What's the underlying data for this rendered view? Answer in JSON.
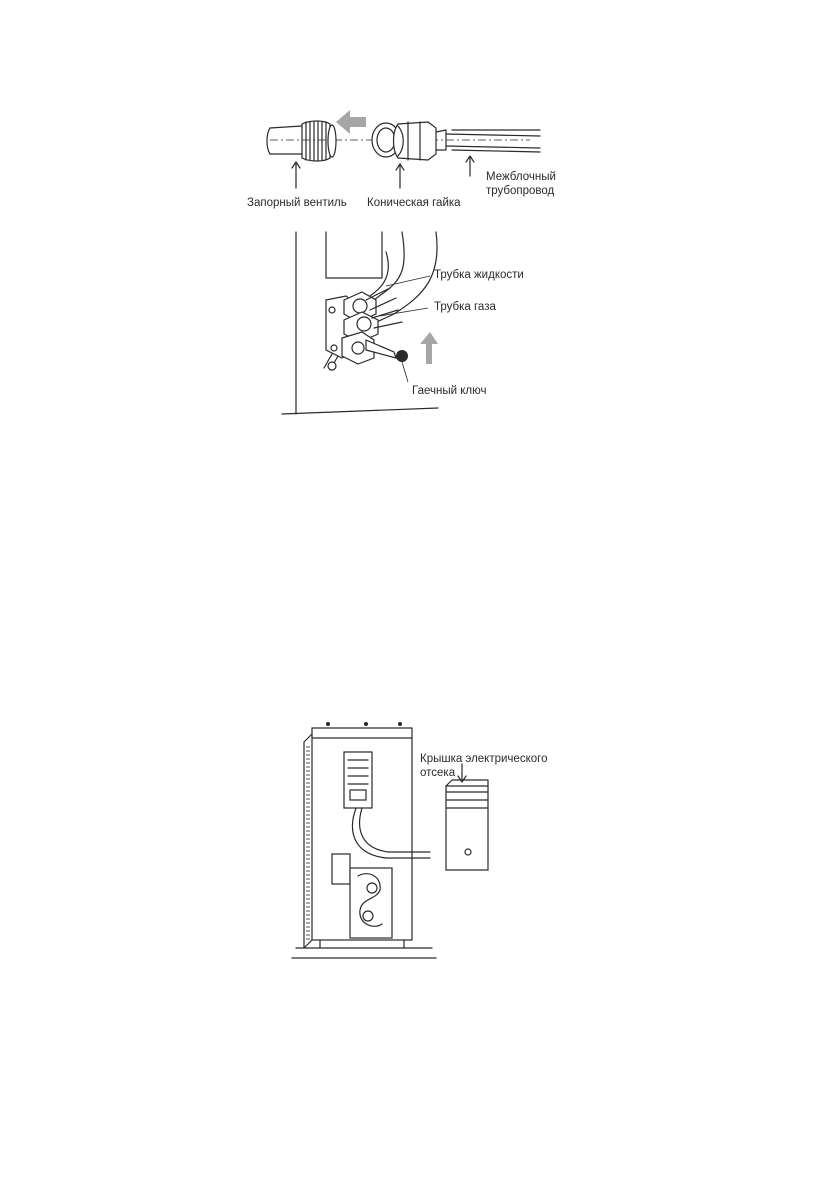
{
  "figure1": {
    "labels": {
      "shutoff_valve": "Запорный вентиль",
      "flare_nut": "Коническая гайка",
      "pipe_line1": "Межблочный",
      "pipe_line2": "трубопровод"
    },
    "colors": {
      "arrow": "#a6a6a6"
    }
  },
  "figure2": {
    "labels": {
      "liquid_pipe": "Трубка  жидкости",
      "gas_pipe": "Трубка газа",
      "wrench": "Гаечный ключ"
    },
    "colors": {
      "arrow": "#a6a6a6"
    }
  },
  "figure3": {
    "labels": {
      "cover_line1": "Крышка электрического",
      "cover_line2": "отсека"
    }
  }
}
